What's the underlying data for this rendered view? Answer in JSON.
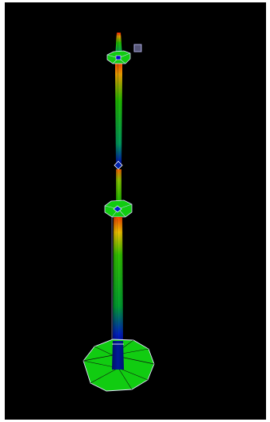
{
  "viewport": {
    "background": "#000000",
    "border": "#ffffff"
  },
  "model": {
    "component": "mast",
    "segments": 3,
    "platforms": 2,
    "base": "footing",
    "colors": {
      "low": "#0000cc",
      "mid": "#00cc00",
      "high": "#ff3300",
      "peak": "#ffcc00",
      "wire": "#9999dd"
    }
  },
  "selection_handle": {
    "icon": "square-handle-icon",
    "color": "#8888bb"
  }
}
